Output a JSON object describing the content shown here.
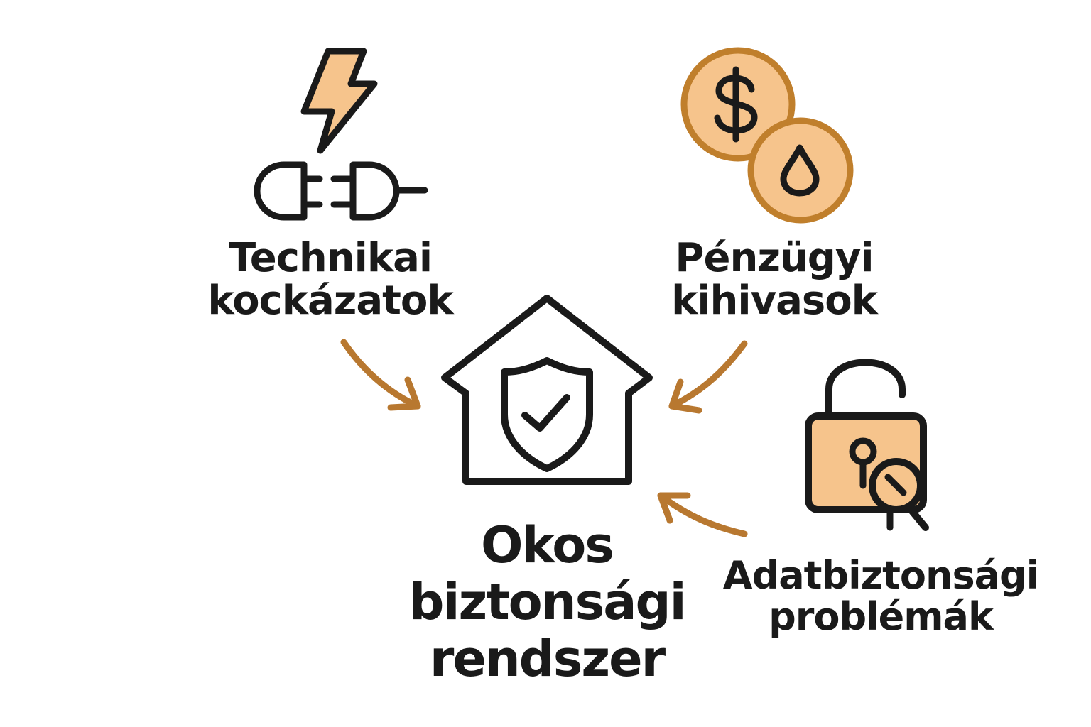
{
  "center": {
    "lines": [
      "Okos",
      "biztonsági",
      "rendszer"
    ],
    "icon": "house-shield-check-icon"
  },
  "factors": [
    {
      "id": "technical",
      "lines": [
        "Technikai",
        "kockázatok"
      ],
      "icons": [
        "lightning-icon",
        "plug-icon"
      ]
    },
    {
      "id": "financial",
      "lines": [
        "Pénzügyi",
        "kihivasok"
      ],
      "icons": [
        "dollar-coin-icon",
        "oil-drop-coin-icon"
      ]
    },
    {
      "id": "data",
      "lines": [
        "Adatbiztonsági",
        "problémák"
      ],
      "icons": [
        "open-padlock-icon",
        "magnifier-icon"
      ]
    }
  ],
  "colors": {
    "accent_fill": "#f6c48c",
    "accent_stroke": "#c07f2c",
    "arrow": "#b87830",
    "ink": "#1a1a1a"
  }
}
